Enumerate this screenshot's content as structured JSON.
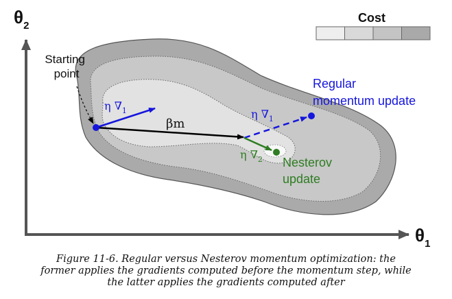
{
  "axes": {
    "x_label": "θ",
    "x_sub": "1",
    "y_label": "θ",
    "y_sub": "2"
  },
  "legend": {
    "title": "Cost",
    "swatches": [
      "#eeeeee",
      "#d9d9d9",
      "#c4c4c4",
      "#a9a9a9"
    ]
  },
  "labels": {
    "start_line1": "Starting",
    "start_line2": "point",
    "eta": "η",
    "nabla": "∇",
    "sub1": "1",
    "sub2": "2",
    "beta_m": "βm",
    "regular_line1": "Regular",
    "regular_line2": "momentum update",
    "nesterov_line1": "Nesterov",
    "nesterov_line2": "update"
  },
  "colors": {
    "regular": "#1515dd",
    "nesterov": "#2e7d22",
    "momentum": "#000000",
    "axis": "#555555",
    "contour_outer": "#aaaaaa",
    "contour_mid": "#c8c8c8",
    "contour_inner": "#e2e2e2",
    "contour_core": "#f8f8f8"
  },
  "caption": {
    "line1": "Figure 11-6. Regular versus Nesterov momentum optimization: the",
    "line2": "former applies the gradients computed before the momentum step, while",
    "line3": "the latter applies the gradients computed after"
  }
}
